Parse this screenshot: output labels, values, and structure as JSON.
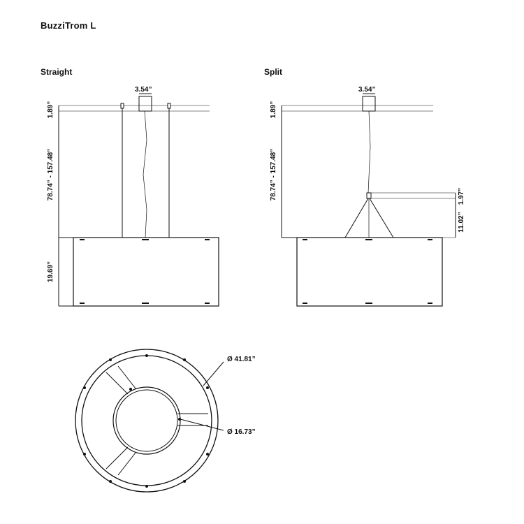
{
  "title": "BuzziTrom L",
  "views": {
    "straight": {
      "label": "Straight",
      "canopy_width": "3.54”",
      "canopy_height": "1.89”",
      "suspension_length": "78.74” - 157.48”",
      "body_height": "19.69”"
    },
    "split": {
      "label": "Split",
      "canopy_width": "3.54”",
      "canopy_height": "1.89”",
      "suspension_length": "78.74” - 157.48”",
      "split_height": "11.02”",
      "split_offset": "1.97”"
    },
    "top": {
      "outer_diameter": "Ø 41.81”",
      "inner_diameter": "Ø 16.73”"
    }
  },
  "colors": {
    "line": "#111111",
    "background": "#ffffff"
  }
}
